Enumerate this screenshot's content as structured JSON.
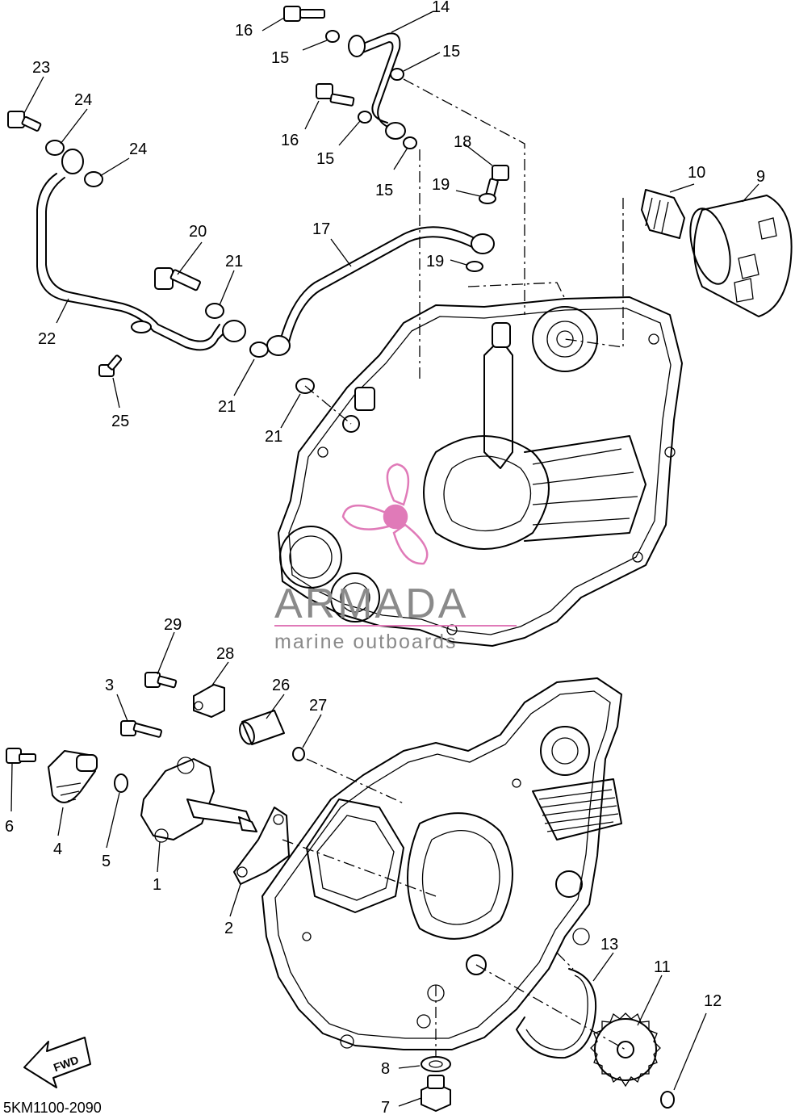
{
  "diagram_code": "5KM1100-2090",
  "watermark": {
    "brand": "ARMADA",
    "tagline": "marine outboards",
    "logo_color": "#e07ab8"
  },
  "direction_marker": {
    "label": "FWD"
  },
  "callouts": [
    "1",
    "2",
    "3",
    "4",
    "5",
    "6",
    "7",
    "8",
    "9",
    "10",
    "11",
    "12",
    "13",
    "14",
    "15",
    "15",
    "15",
    "15",
    "16",
    "16",
    "17",
    "18",
    "19",
    "19",
    "20",
    "21",
    "21",
    "21",
    "22",
    "23",
    "24",
    "24",
    "25",
    "26",
    "27",
    "28",
    "29"
  ]
}
